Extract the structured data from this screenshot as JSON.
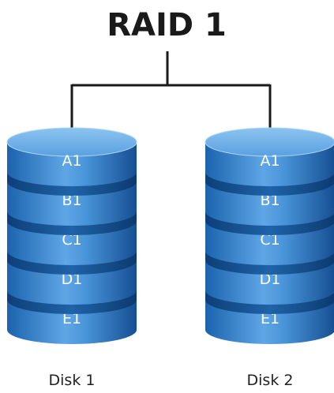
{
  "diagram": {
    "title": "RAID 1",
    "disks": [
      {
        "name": "Disk 1",
        "blocks": [
          "A1",
          "B1",
          "C1",
          "D1",
          "E1"
        ]
      },
      {
        "name": "Disk 2",
        "blocks": [
          "A1",
          "B1",
          "C1",
          "D1",
          "E1"
        ]
      }
    ],
    "colors": {
      "disk_light": "#7db8ea",
      "disk_mid": "#3f8fd6",
      "disk_dark": "#0f4f93",
      "connector": "#1a1a1a"
    }
  }
}
